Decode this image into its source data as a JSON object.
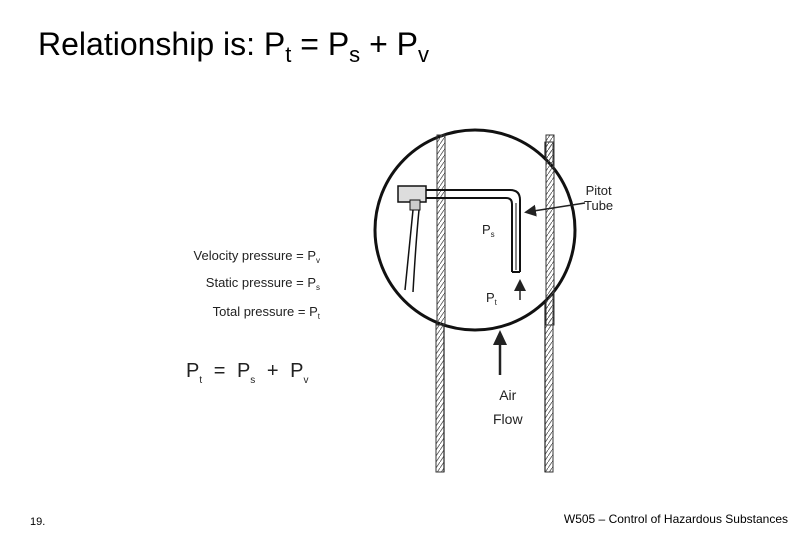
{
  "title": {
    "prefix": "Relationship is: P",
    "t_sub": "t",
    "eq": " = P",
    "s_sub": "s",
    "plus": " + P",
    "v_sub": "v"
  },
  "definitions": [
    {
      "label": "Velocity pressure = P",
      "sub": "v"
    },
    {
      "label": "Static pressure = P",
      "sub": "s"
    },
    {
      "label": "Total pressure = P",
      "sub": "t"
    }
  ],
  "formula": {
    "p1": "P",
    "s1": "t",
    "eq": "=",
    "p2": "P",
    "s2": "s",
    "plus": "+",
    "p3": "P",
    "s3": "v"
  },
  "diagram_labels": {
    "pitot_line1": "Pitot",
    "pitot_line2": "Tube",
    "ps": "P",
    "ps_sub": "s",
    "pt": "P",
    "pt_sub": "t",
    "air": "Air",
    "flow": "Flow"
  },
  "slide_number": "19.",
  "footer": "W505 – Control of Hazardous Substances"
}
